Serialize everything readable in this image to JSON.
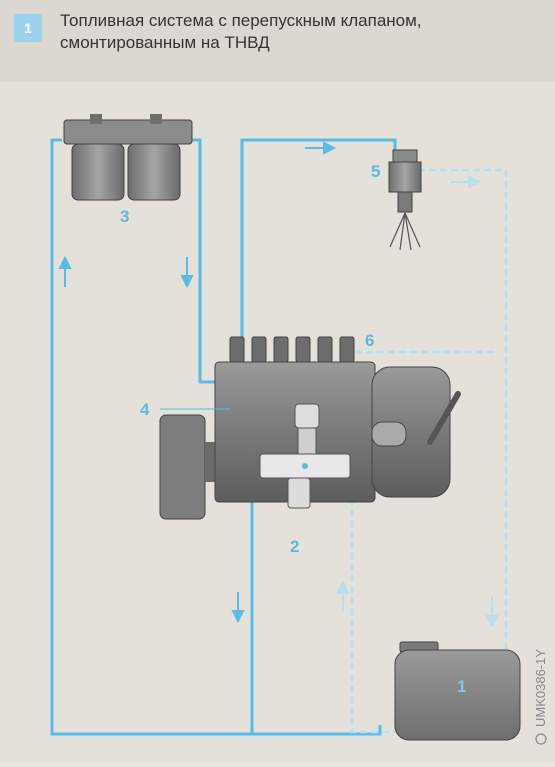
{
  "header": {
    "figure_number": "1",
    "title_line1": "Топливная система с перепускным клапаном,",
    "title_line2": "смонтированным на ТНВД"
  },
  "diagram": {
    "labels": {
      "tank": "1",
      "overflow_valve": "2",
      "filters": "3",
      "pump": "4",
      "injector": "5",
      "pressure_lines": "6"
    },
    "code": "UMK0386-1Y",
    "colors": {
      "supply_line": "#57bde6",
      "return_line": "#b9def0",
      "component_gray": "#8a8a8a",
      "label_blue": "#5fb8e0"
    }
  }
}
